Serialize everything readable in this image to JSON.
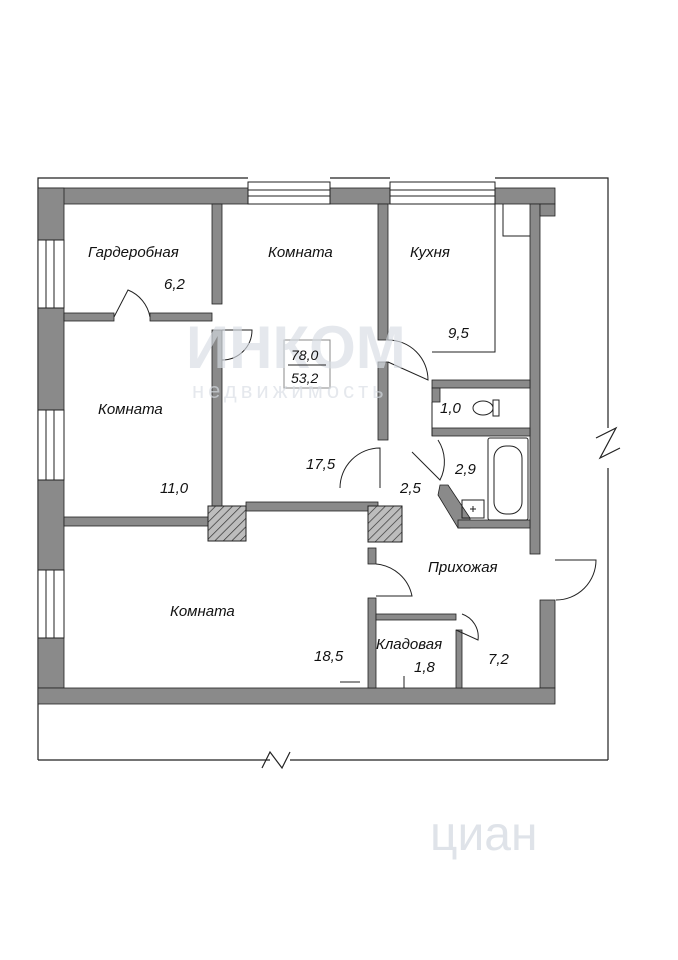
{
  "rooms": {
    "wardrobe": {
      "name": "Гардеробная",
      "area": "6,2"
    },
    "room_top": {
      "name": "Комната"
    },
    "kitchen": {
      "name": "Кухня",
      "area": "9,5"
    },
    "room_left": {
      "name": "Комната",
      "area": "11,0"
    },
    "room_center": {
      "area": "17,5"
    },
    "room_bottom": {
      "name": "Комната",
      "area": "18,5"
    },
    "corridor_small": {
      "area": "2,5"
    },
    "toilet": {
      "area": "1,0"
    },
    "bathroom": {
      "area": "2,9"
    },
    "hallway": {
      "name": "Прихожая",
      "area": "7,2"
    },
    "storage": {
      "name": "Кладовая",
      "area": "1,8"
    }
  },
  "totals": {
    "total_area": "78,0",
    "living_area": "53,2"
  },
  "watermarks": {
    "agency_logo": "ИНКОМ",
    "agency_sub": "недвижимость",
    "cian": "циан"
  },
  "colors": {
    "wall": "#6e6e6e",
    "hatch": "#3a3a3a",
    "line": "#222222"
  }
}
